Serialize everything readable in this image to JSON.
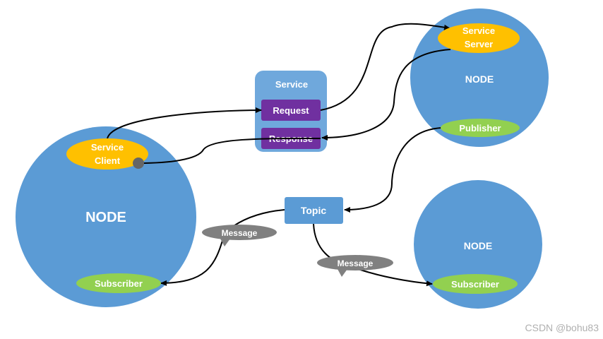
{
  "nodes": {
    "client_node": "NODE",
    "server_node": "NODE",
    "subscriber_node": "NODE"
  },
  "service": {
    "title": "Service",
    "request": "Request",
    "response": "Response",
    "client_line1": "Service",
    "client_line2": "Client",
    "server_line1": "Service",
    "server_line2": "Server"
  },
  "topic": {
    "label": "Topic",
    "publisher": "Publisher",
    "subscriber_left": "Subscriber",
    "subscriber_right": "Subscriber",
    "message_left": "Message",
    "message_right": "Message"
  },
  "watermark": "CSDN @bohu83",
  "colors": {
    "node_blue": "#5b9bd5",
    "service_box": "#6fa8dc",
    "purple": "#7030a0",
    "yellow": "#ffc000",
    "green": "#92d050",
    "message_gray": "#808080"
  }
}
